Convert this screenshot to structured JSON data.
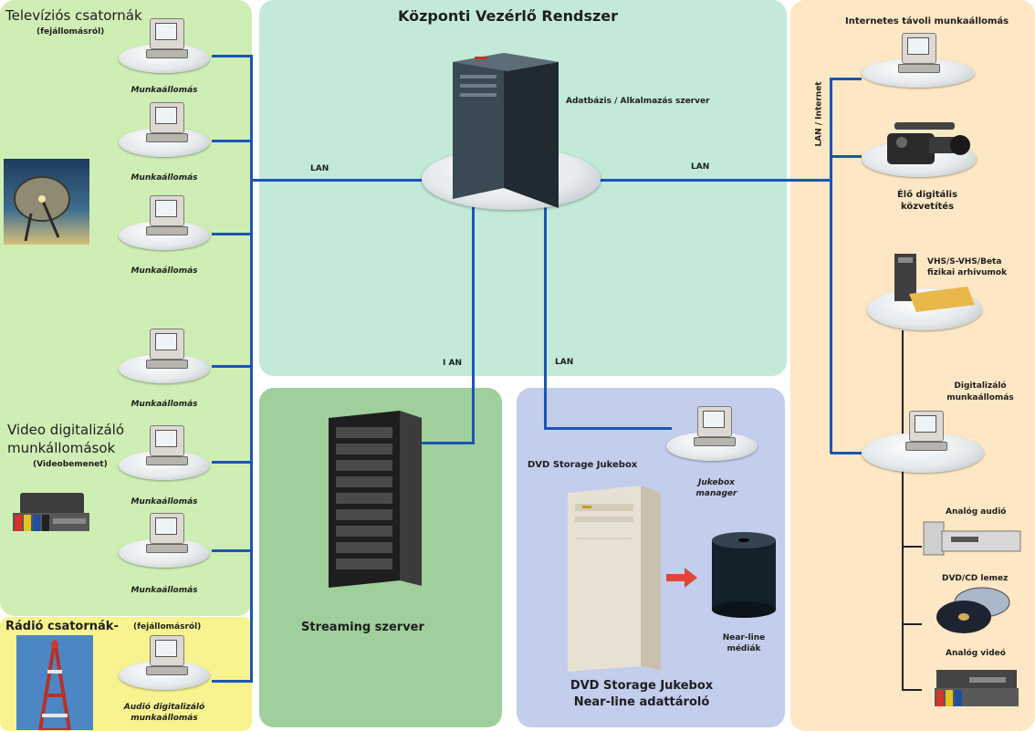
{
  "panels": {
    "central": {
      "title": "Központi Vezérlő Rendszer"
    }
  },
  "left": {
    "tv": {
      "title": "Televíziós csatornák",
      "sub": "(fejállomásról)"
    },
    "video": {
      "title": "Video digitalizáló",
      "title2": "munkállomások",
      "sub": "(Videobemenet)"
    },
    "radio": {
      "title": "Rádió csatornák-",
      "sub": "(fejállomásról)"
    },
    "ws_label": "Munkaállomás",
    "audio_ws": {
      "line1": "Audió digitalizáló",
      "line2": "munkaállomás"
    }
  },
  "center": {
    "server_label": "Adatbázis / Alkalmazás szerver",
    "lan": "LAN",
    "lan_left_vertical": "I AN",
    "streaming": "Streaming szerver"
  },
  "dvd": {
    "top_label": "DVD Storage Jukebox",
    "manager": {
      "line1": "Jukebox",
      "line2": "manager"
    },
    "media": {
      "line1": "Near-line",
      "line2": "médiák"
    },
    "bottom": {
      "line1": "DVD Storage Jukebox",
      "line2": "Near-line adattároló"
    }
  },
  "right": {
    "internet_ws": "Internetes távoli munkaállomás",
    "lan_internet": "LAN / Internet",
    "live": {
      "line1": "Élő digitális",
      "line2": "közvetítés"
    },
    "archive": {
      "line1": "VHS/S-VHS/Beta",
      "line2": "fizikai arhivumok"
    },
    "digitizer": {
      "line1": "Digitalizáló",
      "line2": "munkaállomás"
    },
    "analog_audio": "Analóg audió",
    "dvd_cd": "DVD/CD lemez",
    "analog_video": "Analóg videó"
  },
  "colors": {
    "left_panel": "#cfeeb4",
    "central_panel": "#c3ead8",
    "streaming_panel": "#9fcf9a",
    "dvd_panel": "#c3cdec",
    "right_panel": "#fde7c4",
    "radio_panel": "#f7f38e",
    "network_line": "#1b55b6"
  }
}
